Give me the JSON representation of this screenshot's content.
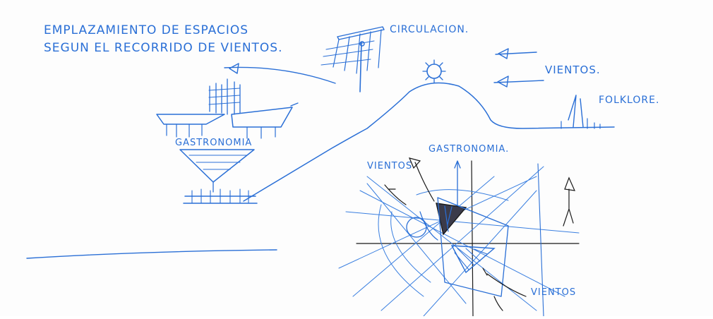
{
  "annotations": {
    "title_line1": "EMPLAZAMIENTO DE ESPACIOS",
    "title_line2": "SEGUN EL RECORRIDO DE VIENTOS.",
    "circulacion": "CIRCULACION.",
    "vientos_top": "VIENTOS.",
    "folklore": "FOLKLORE.",
    "gastronomia_left": "GASTRONOMIA",
    "gastronomia_plan": "GASTRONOMIA.",
    "vientos_plan_left": "VIENTOS",
    "vientos_plan_bottom": "VIENTOS"
  },
  "colors": {
    "ink_blue": "#2a6fd6",
    "ink_black": "#1a1a1a",
    "paper": "#fdfdfd"
  }
}
